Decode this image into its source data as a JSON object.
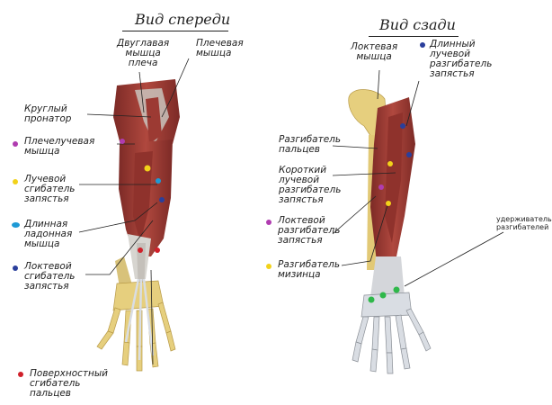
{
  "headings": {
    "front": "Вид спереди",
    "back": "Вид сзади"
  },
  "front_labels": {
    "biceps": "Двуглавая\nмышца\nплеча",
    "brachialis": "Плечевая\nмышца",
    "pronator": "Круглый\nпронатор",
    "brachioradialis": "Плечелучевая\nмышца",
    "flexor_carpi_radialis": "Лучевой\nсгибатель\nзапястья",
    "palmaris_longus": "Длинная\nладонная\nмышца",
    "flexor_carpi_ulnaris": "Локтевой\nсгибатель\nзапястья",
    "flexor_digitorum": "Поверхностный\nсгибатель\nпальцев"
  },
  "back_labels": {
    "anconeus": "Локтевая\nмышца",
    "ext_carpi_radialis_longus": "Длинный\nлучевой\nразгибатель\nзапястья",
    "extensor_digitorum": "Разгибатель\nпальцев",
    "ext_carpi_radialis_brevis": "Короткий\nлучевой\nразгибатель\nзапястья",
    "ext_carpi_ulnaris": "Локтевой\nразгибатель\nзапястья",
    "ext_digiti_minimi": "Разгибатель\nмизинца",
    "retinaculum": "удерживатель\nразгибателей"
  },
  "colors": {
    "magenta": "#b03cb0",
    "yellow": "#f2d21a",
    "cyan": "#1e9ad6",
    "blue": "#2a3f9c",
    "red": "#d0202a",
    "green": "#2fb84a",
    "muscle": "#a8433c",
    "muscle_dark": "#7c2a26",
    "bone": "#e6cf7e",
    "tendon": "#d9dde3"
  }
}
